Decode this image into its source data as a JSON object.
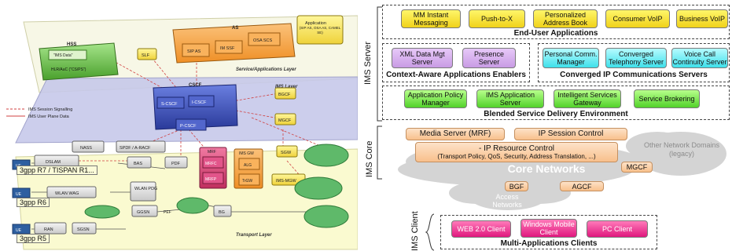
{
  "left": {
    "hss": {
      "title": "HSS",
      "ims_data": "\"IMS Data\"",
      "hlr": "HLR/AuC (\"CS/PS\")"
    },
    "as": {
      "title": "AS",
      "sip_as": "SIP AS",
      "im_ssf": "IM SSF",
      "osa_scs": "OSA SCS"
    },
    "application": {
      "title": "Application",
      "sub": "(SIP AS, OSA AS, CAMEL SE)"
    },
    "slf": "SLF",
    "service_layer": "Service/Applications Layer",
    "ims_layer": "IMS Layer",
    "transport_layer": "Transport Layer",
    "cscf": {
      "title": "CSCF",
      "s_cscf": "S-CSCF",
      "i_cscf": "I-CSCF",
      "p_cscf": "P-CSCF"
    },
    "bgcf": "BGCF",
    "mgcf": "MGCF",
    "mrf": {
      "title": "MRF",
      "mrfc": "MRFC",
      "mrfp": "MRFP"
    },
    "ims_gw": {
      "title": "IMS GW",
      "alg": "ALG",
      "trgw": "TrGW"
    },
    "sgw": "SGW",
    "ims_mgw": "IMS-MGW",
    "nass": "NASS",
    "spdf": "SPDF / A-RACF",
    "bas": "BAS",
    "pdf": "PDF",
    "dslam": "DSLAM",
    "wlan_wag": "WLAN WAG",
    "wlan_pdg": "WLAN PDG",
    "ggsn": "GGSN",
    "pef": "PEF",
    "ran": "RAN",
    "sgsn": "SGSN",
    "bg": "BG",
    "ue": "UE",
    "releases": [
      "3gpp R7 / TISPAN R1...",
      "3gpp R6",
      "3gpp R5"
    ],
    "legend": {
      "signalling": "IMS Session Signalling",
      "user_plane": "IMS User Plane Data"
    }
  },
  "right": {
    "ims_server_label": "IMS Server",
    "ims_core_label": "IMS Core",
    "ims_client_label": "IMS Client",
    "end_user": {
      "items": [
        "MM Instant Messaging",
        "Push-to-X",
        "Personalized Address Book",
        "Consumer VoIP",
        "Business VoIP"
      ],
      "caption": "End-User Applications"
    },
    "context": {
      "items": [
        "XML Data Mgt Server",
        "Presence Server"
      ],
      "caption": "Context-Aware Applications Enablers"
    },
    "converged": {
      "items": [
        "Personal Comm. Manager",
        "Converged Telephony Server",
        "Voice Call Continuity Server"
      ],
      "caption": "Converged IP Communications Servers"
    },
    "blended": {
      "items": [
        "Application Policy Manager",
        "IMS Application Server",
        "Intelligent Services Gateway",
        "Service Brokering"
      ],
      "caption": "Blended Service Delivery Environment"
    },
    "core": {
      "media_server": "Media Server (MRF)",
      "ip_session": "IP Session Control",
      "resource_title": "- IP Resource Control",
      "resource_sub": "(Transport Policy, QoS, Security, Address Translation, ...)",
      "core_networks": "Core Networks",
      "other_networks": "Other Network Domains (legacy)",
      "mgcf": "MGCF",
      "bgf": "BGF",
      "agcf": "AGCF",
      "access_networks": "Access Networks"
    },
    "clients": {
      "items": [
        "WEB 2.0 Client",
        "Windows Mobile Client",
        "PC Client"
      ],
      "caption": "Multi-Applications Clients"
    }
  },
  "colors": {
    "yellow": "#f0d21a",
    "violet": "#c89be4",
    "cyan": "#3fe0ea",
    "green": "#52d22a",
    "orange": "#f8c08c",
    "pink": "#e0187e",
    "as_orange": "#f7a53c",
    "hss_green": "#6fc44a",
    "cscf_blue": "#3b4fb8",
    "mrf_red": "#d23c6e"
  }
}
